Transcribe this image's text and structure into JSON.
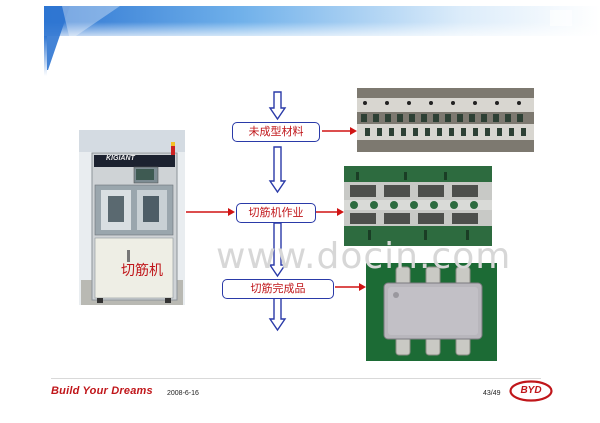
{
  "slide": {
    "process_steps": [
      {
        "label": "未成型材料"
      },
      {
        "label": "切筋机作业"
      },
      {
        "label": "切筋完成品"
      }
    ],
    "machine_label": "切筋机",
    "machine_brand": "KIGIANT",
    "watermark": "www.docin.com",
    "footer": {
      "slogan": "Build Your Dreams",
      "date": "2008-6-16",
      "page": "43/49"
    },
    "logo_text": "BYD"
  },
  "colors": {
    "accent_red": "#c0161a",
    "flow_blue": "#2a3aa8",
    "header_blue": "#3a7fd6"
  }
}
